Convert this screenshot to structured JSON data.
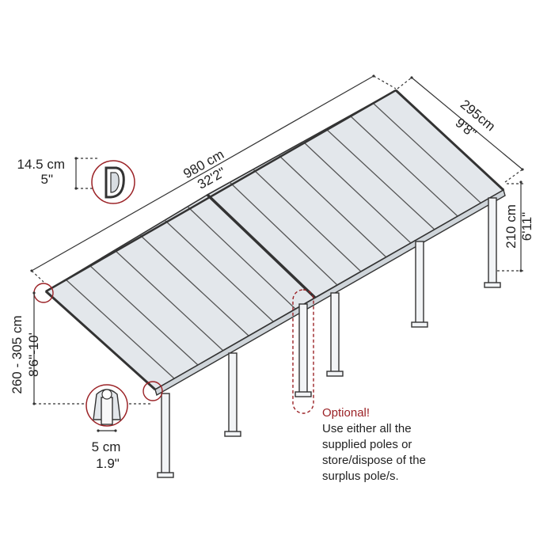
{
  "dimensions": {
    "length_cm": "980 cm",
    "length_ft": "32'2\"",
    "depth_cm": "295cm",
    "depth_ft": "9'8\"",
    "height_cm": "210 cm",
    "height_ft": "6'11\"",
    "wall_height_cm": "260 - 305 cm",
    "wall_height_ft": "8'6\"-10'",
    "gutter_cm": "14.5 cm",
    "gutter_in": "5\"",
    "pole_cm": "5 cm",
    "pole_in": "1.9\""
  },
  "note": {
    "title": "Optional!",
    "lines": [
      "Use either all the",
      "supplied poles or",
      "store/dispose of the",
      "surplus pole/s."
    ]
  },
  "colors": {
    "line": "#333333",
    "accent": "#9b2226",
    "panel": "#d8dde2"
  },
  "icons": [
    "gutter-profile-detail",
    "pole-profile-detail"
  ]
}
